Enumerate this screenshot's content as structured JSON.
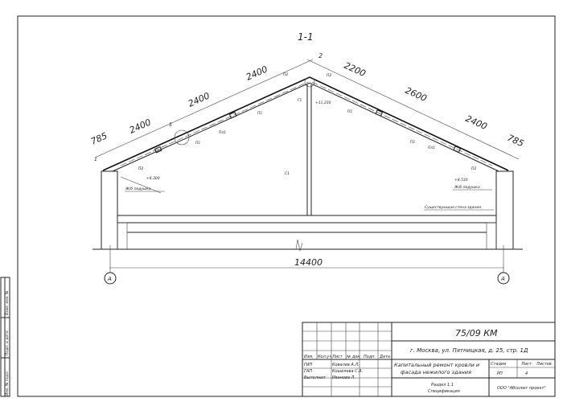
{
  "section_title": "1-1",
  "dimensions": {
    "left": [
      "785",
      "2400",
      "2400",
      "2400"
    ],
    "right": [
      "2",
      "2200",
      "2600",
      "2400",
      "785"
    ],
    "total": "14400"
  },
  "axis_labels": [
    "А",
    "А"
  ],
  "callouts": {
    "left_elev": "+8,300",
    "left_beam": "Ж/б подушка",
    "right_elev": "+8,530",
    "right_beam": "Ж/б подушка",
    "ridge_elev": "+11,230",
    "ridge_mark": "Г1",
    "column_mark": "С1",
    "existing_wall": "Существующая стена здания",
    "left_node": "5",
    "left_node2": "1",
    "mark_p2": "П2",
    "mark_l": "Пл1",
    "mark_p1": "П1"
  },
  "title_block": {
    "code": "75/09 КМ",
    "address": "г. Москва, ул. Пятницкая, д. 25, стр. 1Д",
    "project": [
      "Капитальный ремонт кровли и",
      "фасада нежилого здания"
    ],
    "section": "Раздел 1.1",
    "section_sub": "Спецификация",
    "company": "ООО \"Абсолют проект\"",
    "headers": [
      "Изм.",
      "Кол.уч",
      "Лист",
      "№ док.",
      "Подп.",
      "Дата"
    ],
    "stage_headers": [
      "Стадия",
      "Лист",
      "Листов"
    ],
    "stage_values": [
      "РП",
      "4",
      ""
    ],
    "roles": [
      {
        "role": "ГИП",
        "name": "Ковалев А.Л."
      },
      {
        "role": "ГАП",
        "name": "Кошелева С.А."
      },
      {
        "role": "Выполнил",
        "name": "Иванова Л."
      }
    ]
  },
  "side_stamp": [
    "Инв. № подл.",
    "Подп. и дата",
    "Взам. инв. №"
  ]
}
